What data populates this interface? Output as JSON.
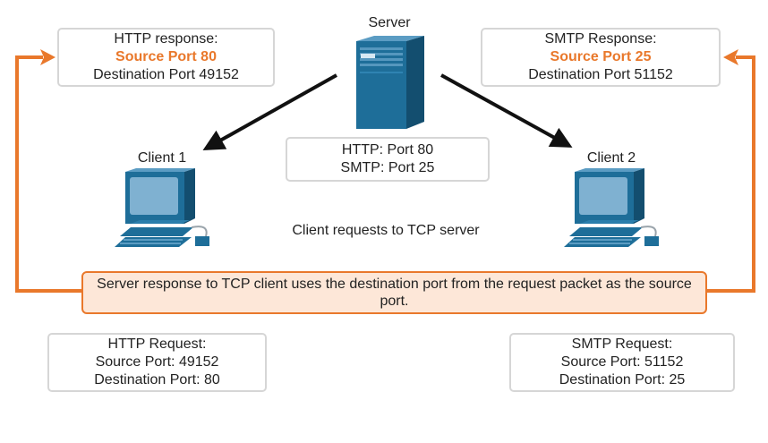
{
  "server": {
    "label": "Server",
    "ports_box": {
      "http_line": "HTTP: Port 80",
      "smtp_line": "SMTP: Port 25"
    }
  },
  "clients": [
    {
      "label": "Client 1"
    },
    {
      "label": "Client 2"
    }
  ],
  "http_response": {
    "title": "HTTP response:",
    "source_port": "Source Port 80",
    "destination_port": "Destination Port 49152"
  },
  "smtp_response": {
    "title": "SMTP Response:",
    "source_port": "Source Port 25",
    "destination_port": "Destination Port 51152"
  },
  "http_request": {
    "title": "HTTP Request:",
    "source_port": "Source Port: 49152",
    "destination_port": "Destination Port: 80"
  },
  "smtp_request": {
    "title": "SMTP Request:",
    "source_port": "Source Port: 51152",
    "destination_port": "Destination Port: 25"
  },
  "caption": "Client requests to TCP server",
  "banner": "Server response to TCP client uses the destination port from the request packet as the source port.",
  "colors": {
    "accent": "#e9782b",
    "banner_fill": "#fde7d8",
    "box_border": "#d6d6d6",
    "device_blue": "#1e6e99",
    "arrow": "#111111"
  },
  "icons": {
    "server": "server-tower-icon",
    "client": "desktop-computer-icon"
  }
}
